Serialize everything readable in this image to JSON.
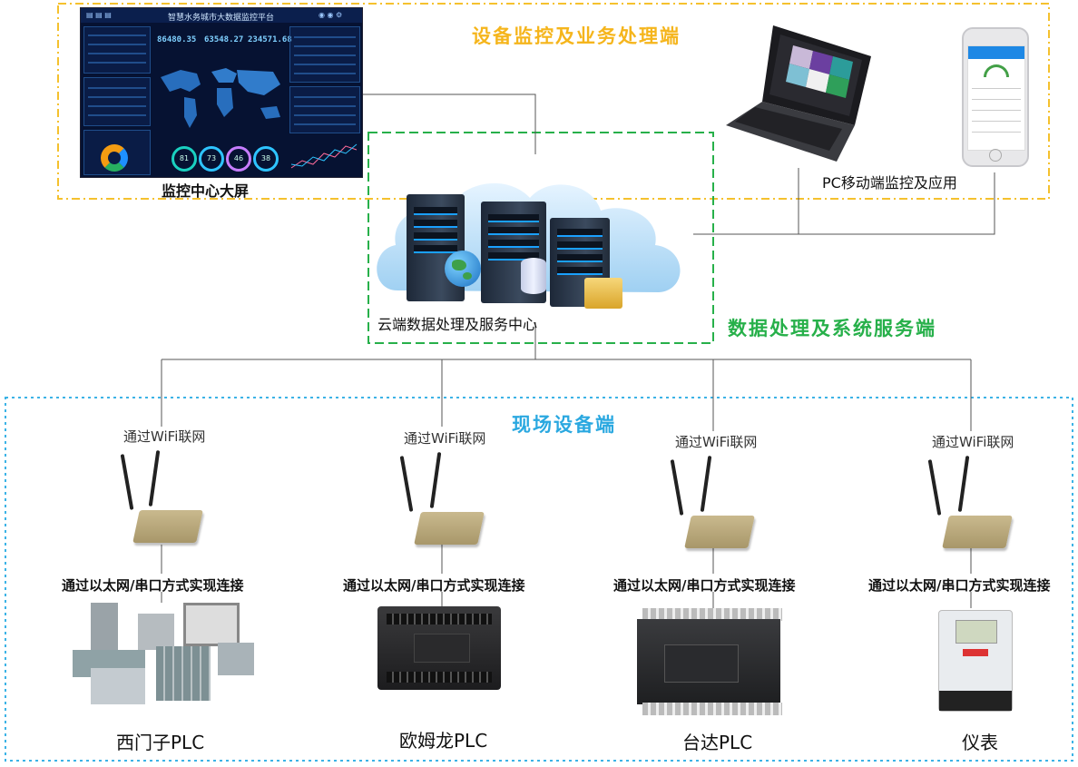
{
  "sections": {
    "monitor_title": "设备监控及业务处理端",
    "cloud_title": "数据处理及系统服务端",
    "field_title": "现场设备端"
  },
  "captions": {
    "big_screen": "监控中心大屏",
    "pc_mobile": "PC移动端监控及应用",
    "cloud_center": "云端数据处理及服务中心"
  },
  "dashboard": {
    "title": "智慧水务城市大数据监控平台",
    "stat_1": "86480.35",
    "stat_2": "63548.27",
    "stat_3": "234571.68",
    "gauges": [
      "81",
      "73",
      "46",
      "38"
    ]
  },
  "field_devices": [
    {
      "wifi": "通过WiFi联网",
      "connection": "通过以太网/串口方式实现连接",
      "name": "西门子PLC"
    },
    {
      "wifi": "通过WiFi联网",
      "connection": "通过以太网/串口方式实现连接",
      "name": "欧姆龙PLC"
    },
    {
      "wifi": "通过WiFi联网",
      "connection": "通过以太网/串口方式实现连接",
      "name": "台达PLC"
    },
    {
      "wifi": "通过WiFi联网",
      "connection": "通过以太网/串口方式实现连接",
      "name": "仪表"
    }
  ],
  "colors": {
    "monitor_border": "#f5c12e",
    "cloud_border": "#27b04a",
    "field_border": "#3cb3e6",
    "line": "#555555"
  }
}
